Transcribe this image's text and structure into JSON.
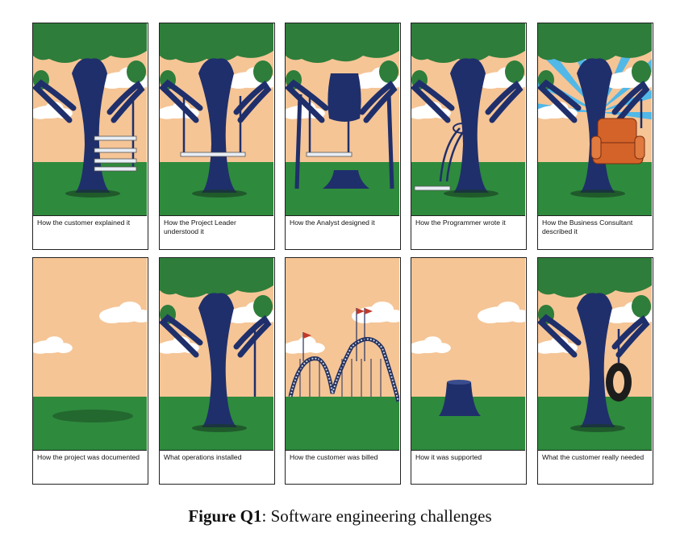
{
  "panels": [
    {
      "caption": "How the customer explained it",
      "scene": "ladder-swing"
    },
    {
      "caption": "How the Project Leader understood it",
      "scene": "trunk-swing"
    },
    {
      "caption": "How the Analyst designed it",
      "scene": "cut-trunk-swing"
    },
    {
      "caption": "How the Programmer wrote it",
      "scene": "fallen-swing"
    },
    {
      "caption": "How the Business Consultant described it",
      "scene": "armchair-swing"
    },
    {
      "caption": "How the project was documented",
      "scene": "empty"
    },
    {
      "caption": "What operations installed",
      "scene": "single-rope"
    },
    {
      "caption": "How the customer was billed",
      "scene": "roller-coaster"
    },
    {
      "caption": "How it was supported",
      "scene": "stump"
    },
    {
      "caption": "What the customer really needed",
      "scene": "tire-swing"
    }
  ],
  "figure": {
    "label": "Figure Q1",
    "separator": ": ",
    "title": "Software engineering challenges"
  },
  "colors": {
    "sky": "#f5c596",
    "grass": "#2e8a3d",
    "trunk": "#1f2f6b",
    "foliage": "#2e7d3a",
    "cloud": "#ffffff",
    "sunray": "#3fb6f0",
    "armchair": "#d4632a",
    "flag": "#c0392b"
  }
}
